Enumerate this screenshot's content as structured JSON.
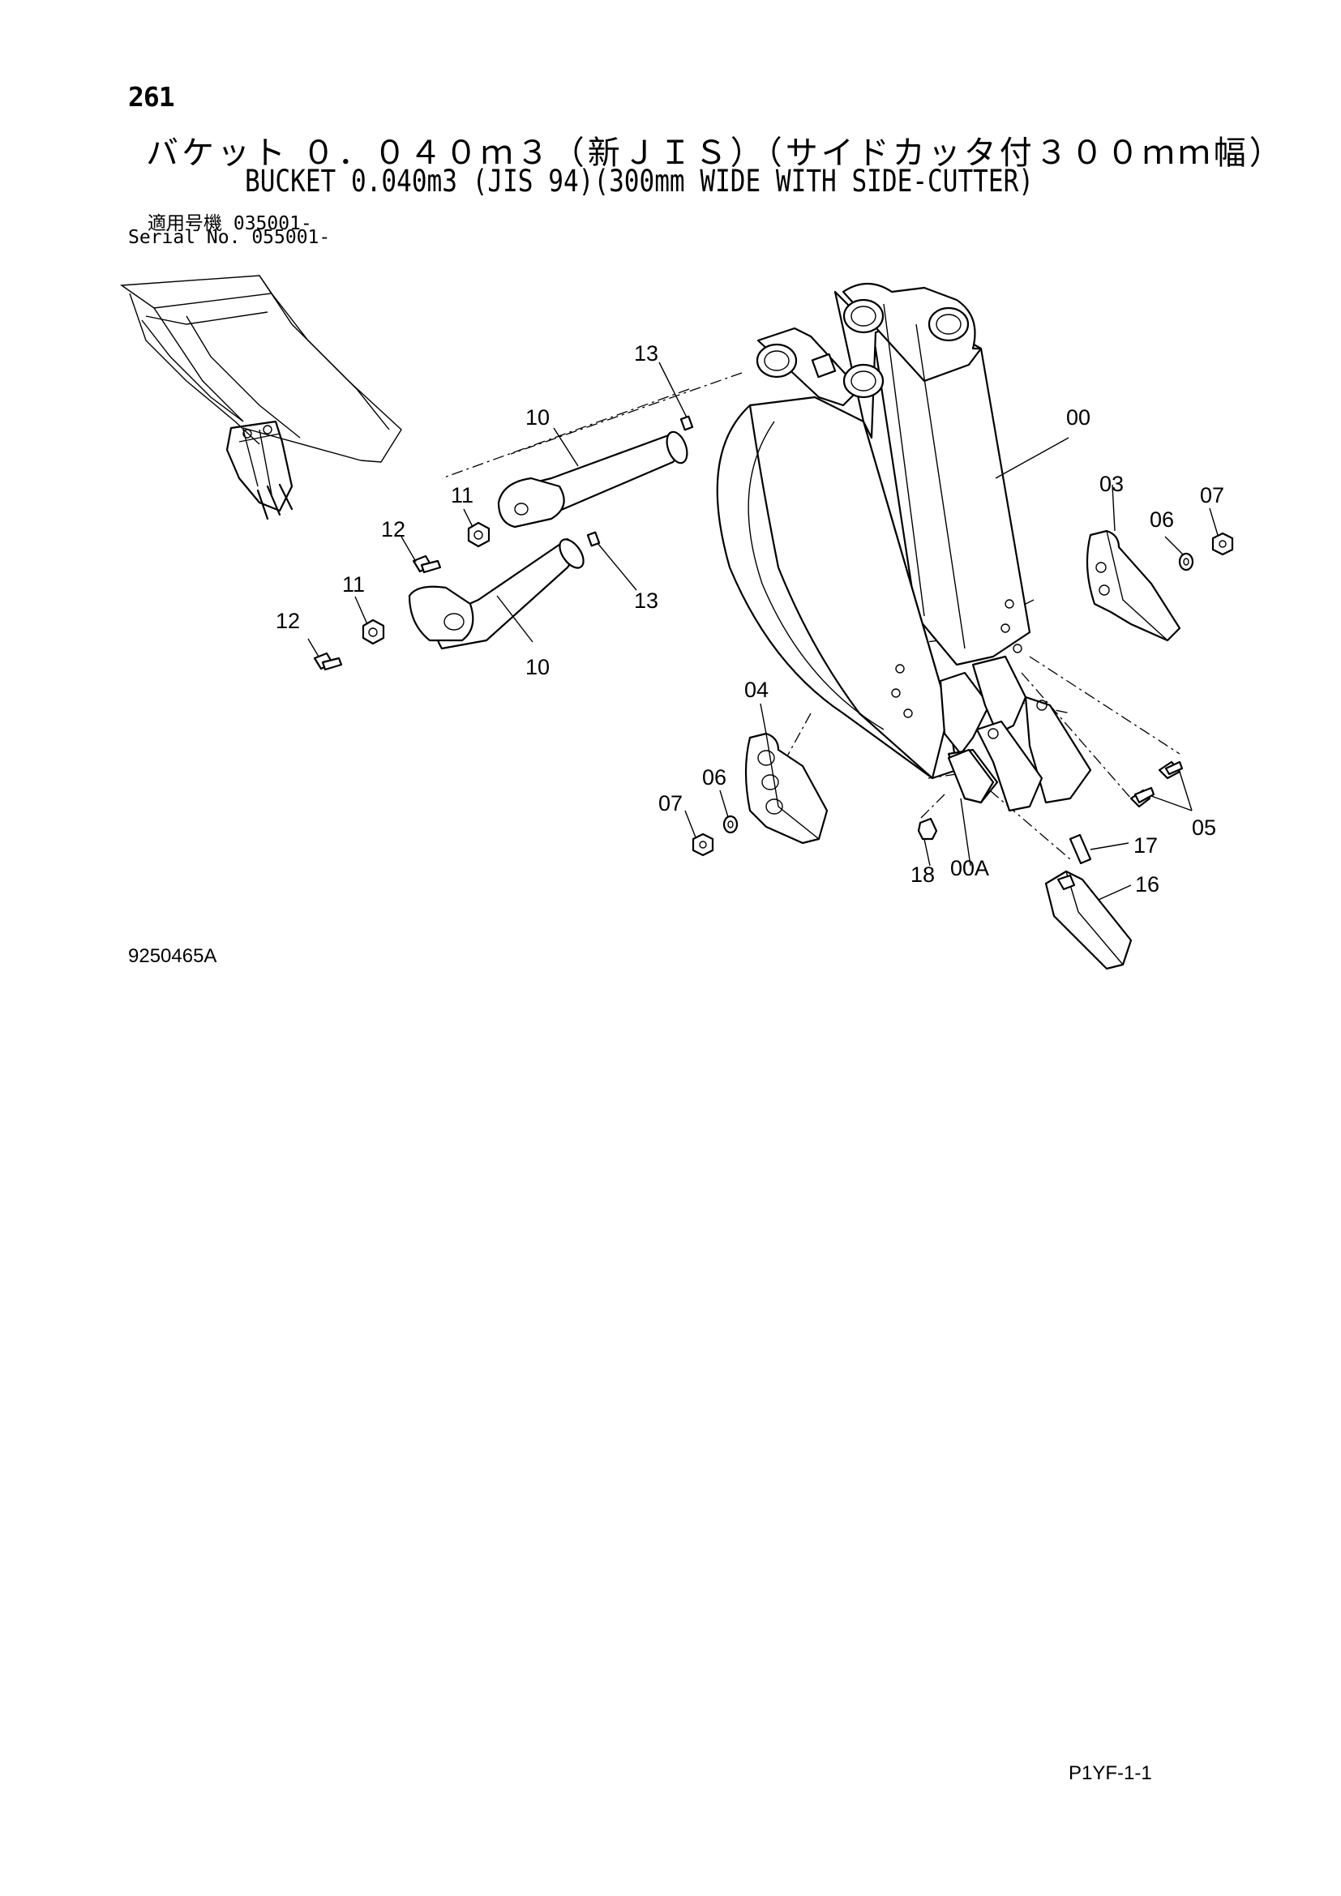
{
  "page_number": "261",
  "title_jp": "バケット ０．０４０ｍ３（新ＪＩＳ）（サイドカッタ付３００ｍｍ幅）",
  "title_en": "BUCKET 0.040m3 (JIS 94)(300mm WIDE WITH SIDE-CUTTER)",
  "serial_jp": "適用号機  035001-",
  "serial_en": "Serial No. 055001-",
  "drawing_code": "9250465A",
  "sheet_code": "P1YF-1-1",
  "callouts": {
    "c00": "00",
    "c00a": "00A",
    "c03": "03",
    "c04": "04",
    "c05": "05",
    "c06a": "06",
    "c06b": "06",
    "c07a": "07",
    "c07b": "07",
    "c10a": "10",
    "c10b": "10",
    "c11a": "11",
    "c11b": "11",
    "c12a": "12",
    "c12b": "12",
    "c13a": "13",
    "c13b": "13",
    "c16": "16",
    "c17": "17",
    "c18": "18"
  }
}
